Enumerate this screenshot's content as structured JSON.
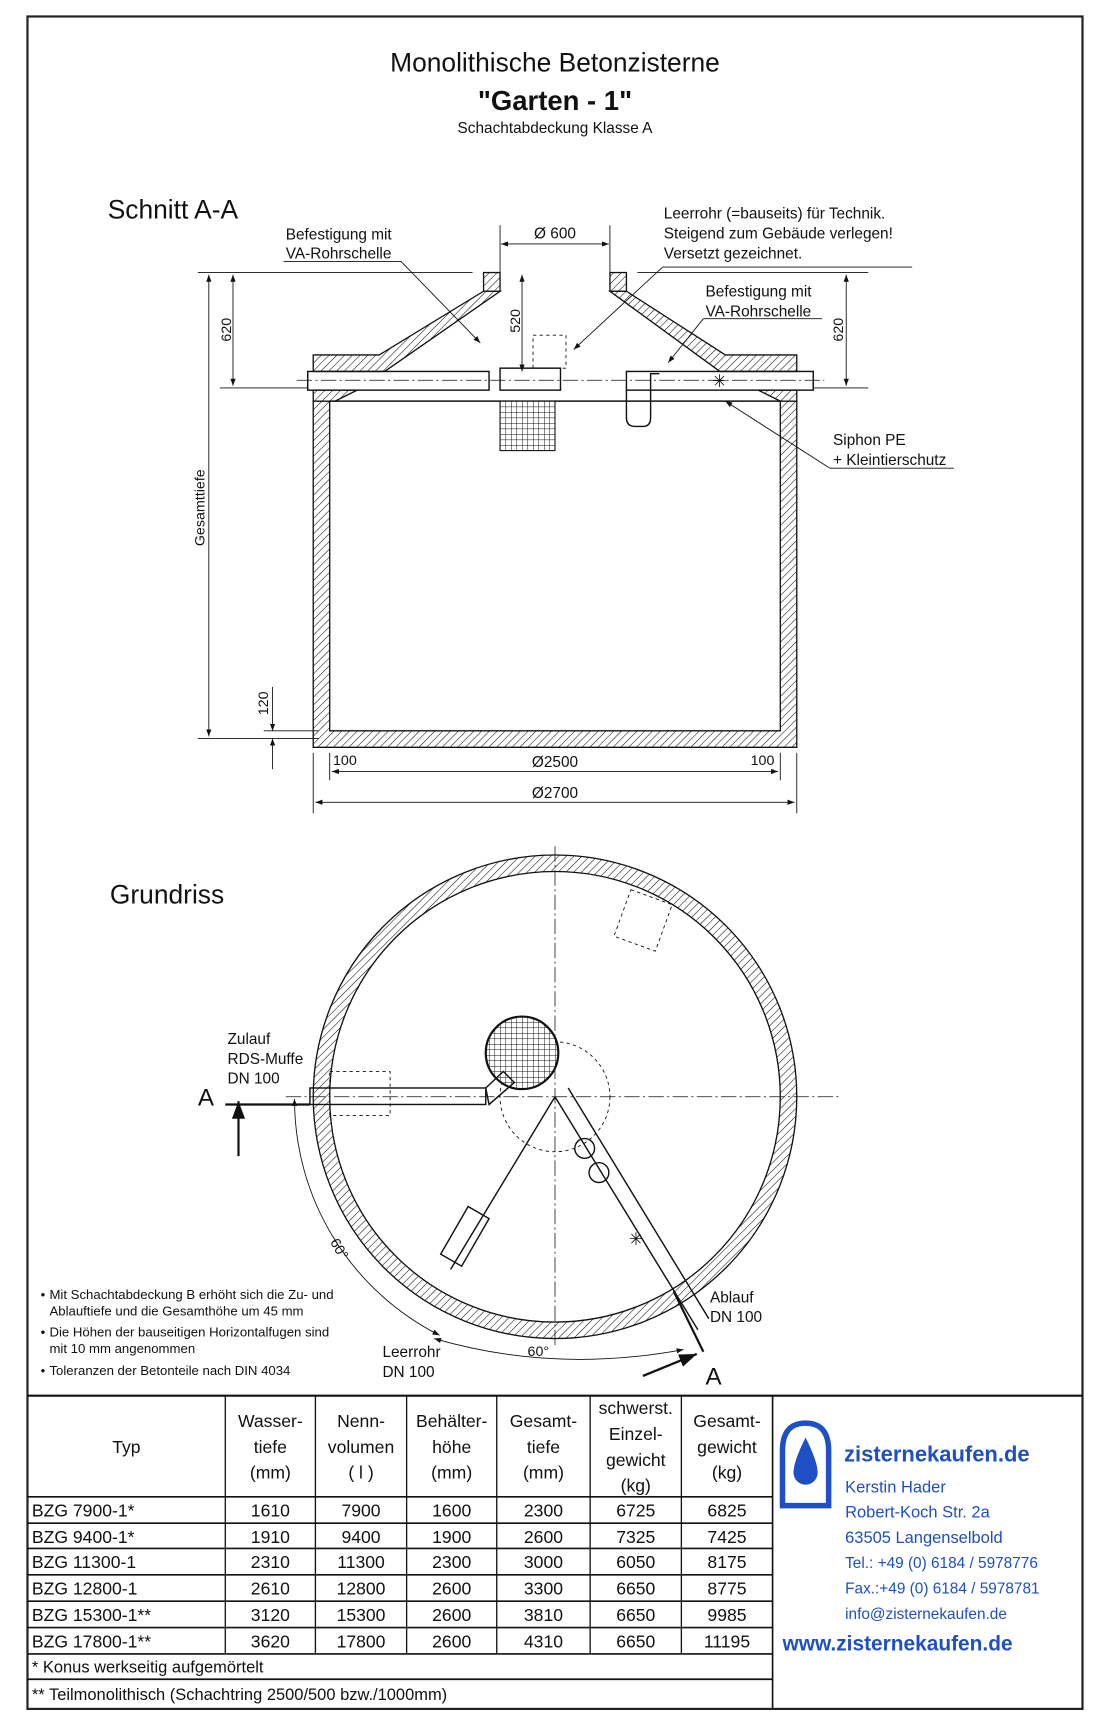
{
  "title": {
    "line1": "Monolithische Betonzisterne",
    "line2": "\"Garten - 1\"",
    "line3": "Schachtabdeckung Klasse A"
  },
  "section": {
    "heading": "Schnitt A-A",
    "labels": {
      "befestigung_left_1": "Befestigung mit",
      "befestigung_left_2": "VA-Rohrschelle",
      "dia600": "Ø 600",
      "leerrohr_1": "Leerrohr (=bauseits) für Technik.",
      "leerrohr_2": "Steigend zum Gebäude verlegen!",
      "leerrohr_3": "Versetzt gezeichnet.",
      "befestigung_right_1": "Befestigung mit",
      "befestigung_right_2": "VA-Rohrschelle",
      "siphon_1": "Siphon PE",
      "siphon_2": "+ Kleintierschutz",
      "dim_620_left": "620",
      "dim_620_right": "620",
      "dim_520": "520",
      "dim_gesamttiefe": "Gesamttiefe",
      "dim_120": "120",
      "dim_100_left": "100",
      "dim_100_right": "100",
      "dim_2500": "Ø2500",
      "dim_2700": "Ø2700"
    }
  },
  "plan": {
    "heading": "Grundriss",
    "zulauf_1": "Zulauf",
    "zulauf_2": "RDS-Muffe",
    "zulauf_3": "DN 100",
    "ablauf_1": "Ablauf",
    "ablauf_2": "DN 100",
    "leerrohr_1": "Leerrohr",
    "leerrohr_2": "DN 100",
    "angle_left": "60°",
    "angle_bottom": "60°",
    "cut_left": "A",
    "cut_right": "A"
  },
  "notes": [
    "Mit Schachtabdeckung B erhöht sich  die Zu- und",
    "Ablauftiefe und die Gesamthöhe  um 45 mm",
    "Die Höhen der bauseitigen Horizontalfugen  sind",
    "mit 10 mm angenommen",
    "Toleranzen der Betonteile nach DIN 4034"
  ],
  "table": {
    "headers": [
      [
        "Typ"
      ],
      [
        "Wasser-",
        "tiefe",
        "(mm)"
      ],
      [
        "Nenn-",
        "volumen",
        "( l )"
      ],
      [
        "Behälter-",
        "höhe",
        "(mm)"
      ],
      [
        "Gesamt-",
        "tiefe",
        "(mm)"
      ],
      [
        "schwerst.",
        "Einzel-",
        "gewicht",
        "(kg)"
      ],
      [
        "Gesamt-",
        "gewicht",
        "(kg)"
      ]
    ],
    "rows": [
      [
        "BZG 7900-1*",
        "1610",
        "7900",
        "1600",
        "2300",
        "6725",
        "6825"
      ],
      [
        "BZG 9400-1*",
        "1910",
        "9400",
        "1900",
        "2600",
        "7325",
        "7425"
      ],
      [
        "BZG 11300-1",
        "2310",
        "11300",
        "2300",
        "3000",
        "6050",
        "8175"
      ],
      [
        "BZG 12800-1",
        "2610",
        "12800",
        "2600",
        "3300",
        "6650",
        "8775"
      ],
      [
        "BZG 15300-1**",
        "3120",
        "15300",
        "2600",
        "3810",
        "6650",
        "9985"
      ],
      [
        "BZG 17800-1**",
        "3620",
        "17800",
        "2600",
        "4310",
        "6650",
        "11195"
      ]
    ],
    "footnotes": [
      "* Konus werkseitig aufgemörtelt",
      "** Teilmonolithisch (Schachtring 2500/500 bzw./1000mm)"
    ]
  },
  "contact": {
    "brand": "zisternekaufen.de",
    "name": "Kerstin Hader",
    "street": "Robert-Koch Str. 2a",
    "city": "63505 Langenselbold",
    "tel": "Tel.: +49 (0) 6184 / 5978776",
    "fax": "Fax.:+49 (0) 6184 / 5978781",
    "email": "info@zisternekaufen.de",
    "web": "www.zisternekaufen.de",
    "accent": "#1f4fc4"
  }
}
